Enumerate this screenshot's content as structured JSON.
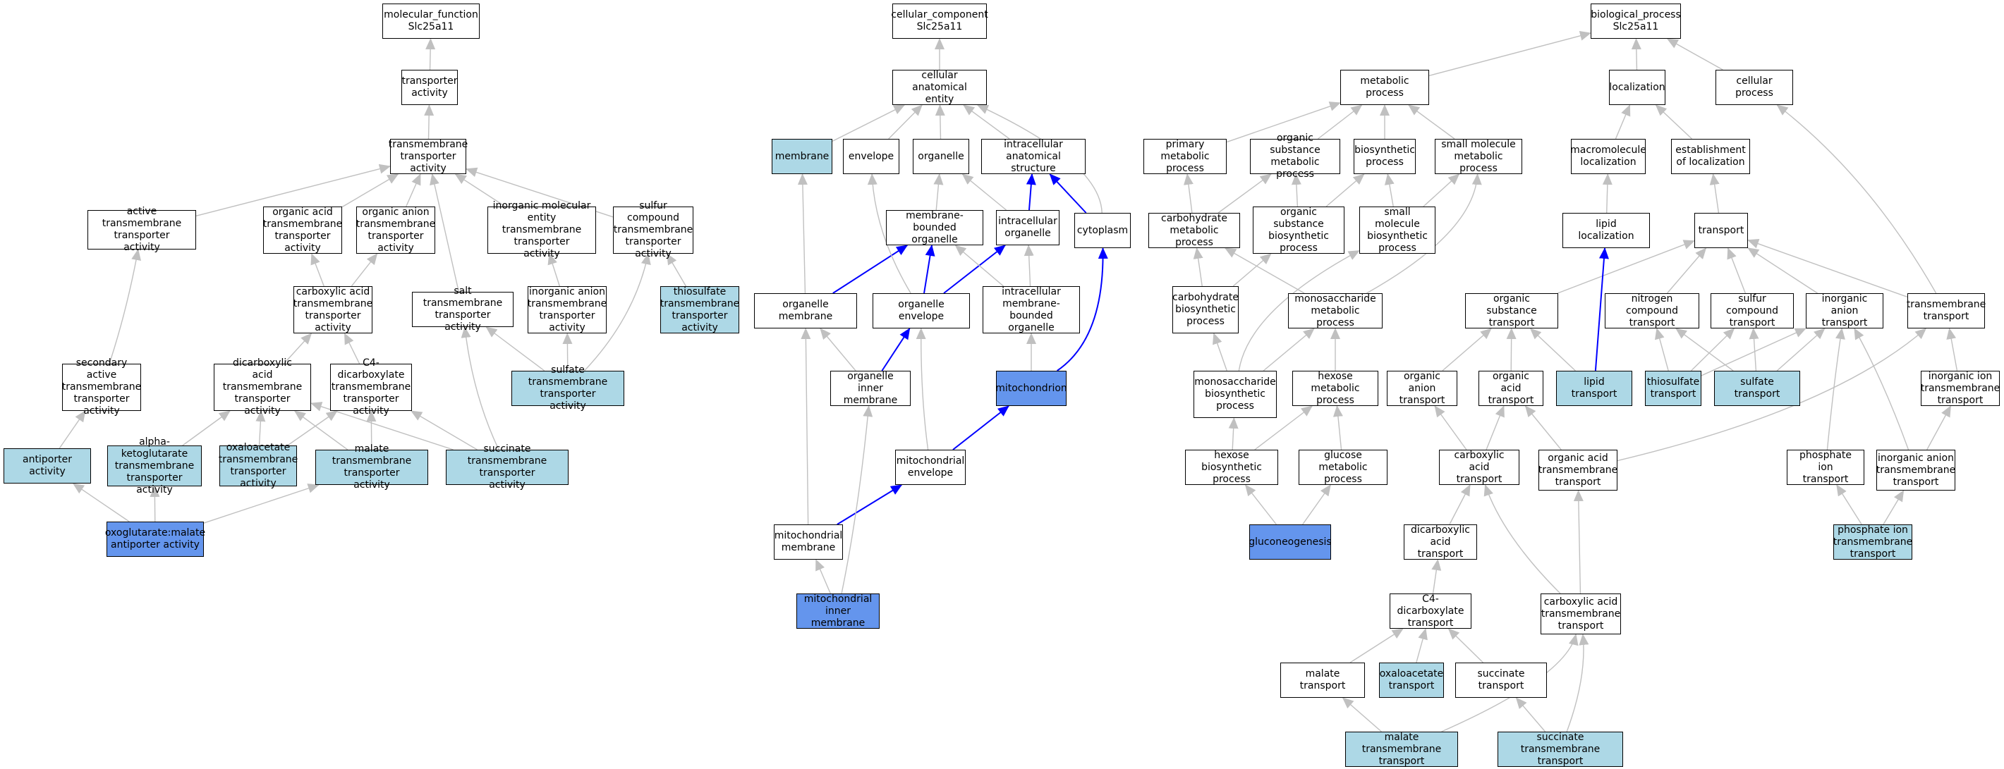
{
  "colors": {
    "plain": "#ffffff",
    "light": "#add8e6",
    "dark": "#6495ed",
    "edge_gray": "#c0c0c0",
    "edge_blue": "#0000ff"
  },
  "nodes": {
    "mf_root": {
      "text": "molecular_function\nSlc25a11",
      "fill": "plain"
    },
    "transporter_activity": {
      "text": "transporter\nactivity",
      "fill": "plain"
    },
    "tm_transporter_activity": {
      "text": "transmembrane\ntransporter\nactivity",
      "fill": "plain"
    },
    "active_tm": {
      "text": "active transmembrane\ntransporter\nactivity",
      "fill": "plain"
    },
    "organic_acid_tm": {
      "text": "organic acid\ntransmembrane\ntransporter\nactivity",
      "fill": "plain"
    },
    "organic_anion_tm": {
      "text": "organic anion\ntransmembrane\ntransporter\nactivity",
      "fill": "plain"
    },
    "inorganic_mol_tm": {
      "text": "inorganic molecular\nentity transmembrane\ntransporter\nactivity",
      "fill": "plain"
    },
    "sulfur_compound_tm": {
      "text": "sulfur compound\ntransmembrane\ntransporter\nactivity",
      "fill": "plain"
    },
    "thiosulfate_tm": {
      "text": "thiosulfate\ntransmembrane\ntransporter\nactivity",
      "fill": "light"
    },
    "carboxylic_acid_tm": {
      "text": "carboxylic acid\ntransmembrane\ntransporter\nactivity",
      "fill": "plain"
    },
    "salt_tm": {
      "text": "salt transmembrane\ntransporter\nactivity",
      "fill": "plain"
    },
    "inorganic_anion_tm_act": {
      "text": "inorganic anion\ntransmembrane\ntransporter\nactivity",
      "fill": "plain"
    },
    "secondary_active": {
      "text": "secondary active\ntransmembrane\ntransporter\nactivity",
      "fill": "plain"
    },
    "dicarboxylic_tm": {
      "text": "dicarboxylic\nacid transmembrane\ntransporter\nactivity",
      "fill": "plain"
    },
    "c4_dicarboxylate_tm": {
      "text": "C4-dicarboxylate\ntransmembrane\ntransporter\nactivity",
      "fill": "plain"
    },
    "sulfate_tm_act": {
      "text": "sulfate transmembrane\ntransporter\nactivity",
      "fill": "light"
    },
    "antiporter": {
      "text": "antiporter activity",
      "fill": "light"
    },
    "akg_tm": {
      "text": "alpha-ketoglutarate\ntransmembrane\ntransporter\nactivity",
      "fill": "light"
    },
    "oxaloacetate_tm_act": {
      "text": "oxaloacetate\ntransmembrane\ntransporter\nactivity",
      "fill": "light"
    },
    "malate_tm_act": {
      "text": "malate transmembrane\ntransporter\nactivity",
      "fill": "light"
    },
    "succinate_tm_act": {
      "text": "succinate transmembrane\ntransporter\nactivity",
      "fill": "light"
    },
    "oxoglutarate_malate": {
      "text": "oxoglutarate:malate\nantiporter activity",
      "fill": "dark"
    },
    "cc_root": {
      "text": "cellular_component\nSlc25a11",
      "fill": "plain"
    },
    "cellular_anatomical_entity": {
      "text": "cellular anatomical\nentity",
      "fill": "plain"
    },
    "membrane": {
      "text": "membrane",
      "fill": "light"
    },
    "envelope": {
      "text": "envelope",
      "fill": "plain"
    },
    "organelle": {
      "text": "organelle",
      "fill": "plain"
    },
    "intracellular_anat": {
      "text": "intracellular\nanatomical structure",
      "fill": "plain"
    },
    "membrane_bounded_org": {
      "text": "membrane-bounded\norganelle",
      "fill": "plain"
    },
    "intracellular_org": {
      "text": "intracellular\norganelle",
      "fill": "plain"
    },
    "cytoplasm": {
      "text": "cytoplasm",
      "fill": "plain"
    },
    "organelle_membrane": {
      "text": "organelle membrane",
      "fill": "plain"
    },
    "organelle_envelope": {
      "text": "organelle envelope",
      "fill": "plain"
    },
    "intracellular_mb_org": {
      "text": "intracellular\nmembrane-bounded\norganelle",
      "fill": "plain"
    },
    "organelle_inner_membrane": {
      "text": "organelle inner\nmembrane",
      "fill": "plain"
    },
    "mitochondrion": {
      "text": "mitochondrion",
      "fill": "dark"
    },
    "mito_envelope": {
      "text": "mitochondrial\nenvelope",
      "fill": "plain"
    },
    "mito_membrane": {
      "text": "mitochondrial\nmembrane",
      "fill": "plain"
    },
    "mito_inner_membrane": {
      "text": "mitochondrial\ninner membrane",
      "fill": "dark"
    },
    "bp_root": {
      "text": "biological_process\nSlc25a11",
      "fill": "plain"
    },
    "metabolic_process": {
      "text": "metabolic process",
      "fill": "plain"
    },
    "localization": {
      "text": "localization",
      "fill": "plain"
    },
    "cellular_process": {
      "text": "cellular process",
      "fill": "plain"
    },
    "primary_metabolic": {
      "text": "primary metabolic\nprocess",
      "fill": "plain"
    },
    "organic_substance_metabolic": {
      "text": "organic substance\nmetabolic process",
      "fill": "plain"
    },
    "biosynthetic_process": {
      "text": "biosynthetic\nprocess",
      "fill": "plain"
    },
    "small_molecule_metabolic": {
      "text": "small molecule\nmetabolic process",
      "fill": "plain"
    },
    "macromolecule_localization": {
      "text": "macromolecule\nlocalization",
      "fill": "plain"
    },
    "establishment_localization": {
      "text": "establishment\nof localization",
      "fill": "plain"
    },
    "carbohydrate_metabolic": {
      "text": "carbohydrate\nmetabolic process",
      "fill": "plain"
    },
    "organic_substance_biosynthetic": {
      "text": "organic substance\nbiosynthetic\nprocess",
      "fill": "plain"
    },
    "small_molecule_biosynthetic": {
      "text": "small molecule\nbiosynthetic\nprocess",
      "fill": "plain"
    },
    "lipid_localization": {
      "text": "lipid localization",
      "fill": "plain"
    },
    "transport": {
      "text": "transport",
      "fill": "plain"
    },
    "carbohydrate_biosynthetic": {
      "text": "carbohydrate\nbiosynthetic\nprocess",
      "fill": "plain"
    },
    "monosaccharide_metabolic": {
      "text": "monosaccharide\nmetabolic process",
      "fill": "plain"
    },
    "organic_substance_transport": {
      "text": "organic substance\ntransport",
      "fill": "plain"
    },
    "nitrogen_compound_transport": {
      "text": "nitrogen compound\ntransport",
      "fill": "plain"
    },
    "sulfur_compound_transport": {
      "text": "sulfur compound\ntransport",
      "fill": "plain"
    },
    "inorganic_anion_transport": {
      "text": "inorganic anion\ntransport",
      "fill": "plain"
    },
    "transmembrane_transport": {
      "text": "transmembrane\ntransport",
      "fill": "plain"
    },
    "monosaccharide_biosynthetic": {
      "text": "monosaccharide\nbiosynthetic\nprocess",
      "fill": "plain"
    },
    "hexose_metabolic": {
      "text": "hexose metabolic\nprocess",
      "fill": "plain"
    },
    "organic_anion_transport": {
      "text": "organic anion\ntransport",
      "fill": "plain"
    },
    "organic_acid_transport": {
      "text": "organic acid\ntransport",
      "fill": "plain"
    },
    "lipid_transport": {
      "text": "lipid transport",
      "fill": "light"
    },
    "thiosulfate_transport": {
      "text": "thiosulfate\ntransport",
      "fill": "light"
    },
    "sulfate_transport": {
      "text": "sulfate transport",
      "fill": "light"
    },
    "inorganic_ion_tm_transport": {
      "text": "inorganic ion\ntransmembrane\ntransport",
      "fill": "plain"
    },
    "hexose_biosynthetic": {
      "text": "hexose biosynthetic\nprocess",
      "fill": "plain"
    },
    "glucose_metabolic": {
      "text": "glucose metabolic\nprocess",
      "fill": "plain"
    },
    "carboxylic_acid_transport": {
      "text": "carboxylic acid\ntransport",
      "fill": "plain"
    },
    "organic_acid_tm_transport": {
      "text": "organic acid\ntransmembrane\ntransport",
      "fill": "plain"
    },
    "phosphate_ion_transport": {
      "text": "phosphate ion\ntransport",
      "fill": "plain"
    },
    "inorganic_anion_tm_transport": {
      "text": "inorganic anion\ntransmembrane\ntransport",
      "fill": "plain"
    },
    "gluconeogenesis": {
      "text": "gluconeogenesis",
      "fill": "dark"
    },
    "dicarboxylic_transport": {
      "text": "dicarboxylic\nacid transport",
      "fill": "plain"
    },
    "phosphate_ion_tm_transport": {
      "text": "phosphate ion\ntransmembrane\ntransport",
      "fill": "light"
    },
    "c4_dicarboxylate_transport": {
      "text": "C4-dicarboxylate\ntransport",
      "fill": "plain"
    },
    "carboxylic_acid_tm_transport": {
      "text": "carboxylic acid\ntransmembrane\ntransport",
      "fill": "plain"
    },
    "malate_transport": {
      "text": "malate transport",
      "fill": "plain"
    },
    "oxaloacetate_transport": {
      "text": "oxaloacetate\ntransport",
      "fill": "light"
    },
    "succinate_transport": {
      "text": "succinate transport",
      "fill": "plain"
    },
    "malate_tm_transport": {
      "text": "malate transmembrane\ntransport",
      "fill": "light"
    },
    "succinate_tm_transport": {
      "text": "succinate transmembrane\ntransport",
      "fill": "light"
    }
  },
  "edges": [
    [
      "transporter_activity",
      "mf_root",
      "gray"
    ],
    [
      "tm_transporter_activity",
      "transporter_activity",
      "gray"
    ],
    [
      "active_tm",
      "tm_transporter_activity",
      "gray"
    ],
    [
      "organic_acid_tm",
      "tm_transporter_activity",
      "gray"
    ],
    [
      "organic_anion_tm",
      "tm_transporter_activity",
      "gray"
    ],
    [
      "inorganic_mol_tm",
      "tm_transporter_activity",
      "gray"
    ],
    [
      "sulfur_compound_tm",
      "tm_transporter_activity",
      "gray"
    ],
    [
      "salt_tm",
      "tm_transporter_activity",
      "gray"
    ],
    [
      "thiosulfate_tm",
      "sulfur_compound_tm",
      "gray"
    ],
    [
      "carboxylic_acid_tm",
      "organic_acid_tm",
      "gray"
    ],
    [
      "carboxylic_acid_tm",
      "organic_anion_tm",
      "gray"
    ],
    [
      "inorganic_anion_tm_act",
      "inorganic_mol_tm",
      "gray"
    ],
    [
      "secondary_active",
      "active_tm",
      "gray"
    ],
    [
      "dicarboxylic_tm",
      "carboxylic_acid_tm",
      "gray"
    ],
    [
      "c4_dicarboxylate_tm",
      "carboxylic_acid_tm",
      "gray"
    ],
    [
      "sulfate_tm_act",
      "salt_tm",
      "gray"
    ],
    [
      "sulfate_tm_act",
      "inorganic_anion_tm_act",
      "gray"
    ],
    [
      "sulfate_tm_act",
      "sulfur_compound_tm",
      "gray"
    ],
    [
      "antiporter",
      "secondary_active",
      "gray"
    ],
    [
      "akg_tm",
      "dicarboxylic_tm",
      "gray"
    ],
    [
      "oxaloacetate_tm_act",
      "dicarboxylic_tm",
      "gray"
    ],
    [
      "oxaloacetate_tm_act",
      "c4_dicarboxylate_tm",
      "gray"
    ],
    [
      "malate_tm_act",
      "dicarboxylic_tm",
      "gray"
    ],
    [
      "malate_tm_act",
      "c4_dicarboxylate_tm",
      "gray"
    ],
    [
      "succinate_tm_act",
      "dicarboxylic_tm",
      "gray"
    ],
    [
      "succinate_tm_act",
      "c4_dicarboxylate_tm",
      "gray"
    ],
    [
      "succinate_tm_act",
      "salt_tm",
      "gray"
    ],
    [
      "oxoglutarate_malate",
      "antiporter",
      "gray"
    ],
    [
      "oxoglutarate_malate",
      "akg_tm",
      "gray"
    ],
    [
      "oxoglutarate_malate",
      "malate_tm_act",
      "gray"
    ],
    [
      "cellular_anatomical_entity",
      "cc_root",
      "gray"
    ],
    [
      "membrane",
      "cellular_anatomical_entity",
      "gray"
    ],
    [
      "envelope",
      "cellular_anatomical_entity",
      "gray"
    ],
    [
      "organelle",
      "cellular_anatomical_entity",
      "gray"
    ],
    [
      "intracellular_anat",
      "cellular_anatomical_entity",
      "gray"
    ],
    [
      "cytoplasm",
      "cellular_anatomical_entity",
      "gray"
    ],
    [
      "membrane_bounded_org",
      "organelle",
      "gray"
    ],
    [
      "intracellular_org",
      "organelle",
      "gray"
    ],
    [
      "intracellular_org",
      "intracellular_anat",
      "blue"
    ],
    [
      "cytoplasm",
      "intracellular_anat",
      "blue"
    ],
    [
      "organelle_membrane",
      "membrane",
      "gray"
    ],
    [
      "organelle_membrane",
      "membrane_bounded_org",
      "blue"
    ],
    [
      "organelle_envelope",
      "envelope",
      "gray"
    ],
    [
      "organelle_envelope",
      "membrane_bounded_org",
      "blue"
    ],
    [
      "organelle_envelope",
      "intracellular_org",
      "blue"
    ],
    [
      "intracellular_mb_org",
      "membrane_bounded_org",
      "gray"
    ],
    [
      "intracellular_mb_org",
      "intracellular_org",
      "gray"
    ],
    [
      "organelle_inner_membrane",
      "organelle_membrane",
      "gray"
    ],
    [
      "organelle_inner_membrane",
      "organelle_envelope",
      "blue"
    ],
    [
      "mitochondrion",
      "intracellular_mb_org",
      "gray"
    ],
    [
      "mitochondrion",
      "cytoplasm",
      "blue"
    ],
    [
      "mito_envelope",
      "organelle_envelope",
      "gray"
    ],
    [
      "mito_envelope",
      "mitochondrion",
      "blue"
    ],
    [
      "mito_membrane",
      "organelle_membrane",
      "gray"
    ],
    [
      "mito_membrane",
      "mito_envelope",
      "blue"
    ],
    [
      "mito_inner_membrane",
      "mito_membrane",
      "gray"
    ],
    [
      "mito_inner_membrane",
      "organelle_inner_membrane",
      "gray"
    ],
    [
      "metabolic_process",
      "bp_root",
      "gray"
    ],
    [
      "localization",
      "bp_root",
      "gray"
    ],
    [
      "cellular_process",
      "bp_root",
      "gray"
    ],
    [
      "primary_metabolic",
      "metabolic_process",
      "gray"
    ],
    [
      "organic_substance_metabolic",
      "metabolic_process",
      "gray"
    ],
    [
      "biosynthetic_process",
      "metabolic_process",
      "gray"
    ],
    [
      "small_molecule_metabolic",
      "metabolic_process",
      "gray"
    ],
    [
      "macromolecule_localization",
      "localization",
      "gray"
    ],
    [
      "establishment_localization",
      "localization",
      "gray"
    ],
    [
      "carbohydrate_metabolic",
      "primary_metabolic",
      "gray"
    ],
    [
      "carbohydrate_metabolic",
      "organic_substance_metabolic",
      "gray"
    ],
    [
      "organic_substance_biosynthetic",
      "organic_substance_metabolic",
      "gray"
    ],
    [
      "organic_substance_biosynthetic",
      "biosynthetic_process",
      "gray"
    ],
    [
      "small_molecule_biosynthetic",
      "biosynthetic_process",
      "gray"
    ],
    [
      "small_molecule_biosynthetic",
      "small_molecule_metabolic",
      "gray"
    ],
    [
      "lipid_localization",
      "macromolecule_localization",
      "gray"
    ],
    [
      "transport",
      "establishment_localization",
      "gray"
    ],
    [
      "carbohydrate_biosynthetic",
      "carbohydrate_metabolic",
      "gray"
    ],
    [
      "carbohydrate_biosynthetic",
      "organic_substance_biosynthetic",
      "gray"
    ],
    [
      "monosaccharide_metabolic",
      "carbohydrate_metabolic",
      "gray"
    ],
    [
      "monosaccharide_metabolic",
      "small_molecule_metabolic",
      "gray"
    ],
    [
      "organic_substance_transport",
      "transport",
      "gray"
    ],
    [
      "nitrogen_compound_transport",
      "transport",
      "gray"
    ],
    [
      "sulfur_compound_transport",
      "transport",
      "gray"
    ],
    [
      "inorganic_anion_transport",
      "transport",
      "gray"
    ],
    [
      "transmembrane_transport",
      "transport",
      "gray"
    ],
    [
      "transmembrane_transport",
      "cellular_process",
      "gray"
    ],
    [
      "monosaccharide_biosynthetic",
      "carbohydrate_biosynthetic",
      "gray"
    ],
    [
      "monosaccharide_biosynthetic",
      "monosaccharide_metabolic",
      "gray"
    ],
    [
      "monosaccharide_biosynthetic",
      "small_molecule_biosynthetic",
      "gray"
    ],
    [
      "hexose_metabolic",
      "monosaccharide_metabolic",
      "gray"
    ],
    [
      "organic_anion_transport",
      "organic_substance_transport",
      "gray"
    ],
    [
      "organic_acid_transport",
      "organic_substance_transport",
      "gray"
    ],
    [
      "lipid_transport",
      "organic_substance_transport",
      "gray"
    ],
    [
      "lipid_transport",
      "lipid_localization",
      "blue"
    ],
    [
      "thiosulfate_transport",
      "nitrogen_compound_transport",
      "gray"
    ],
    [
      "thiosulfate_transport",
      "sulfur_compound_transport",
      "gray"
    ],
    [
      "thiosulfate_transport",
      "inorganic_anion_transport",
      "gray"
    ],
    [
      "sulfate_transport",
      "sulfur_compound_transport",
      "gray"
    ],
    [
      "sulfate_transport",
      "inorganic_anion_transport",
      "gray"
    ],
    [
      "sulfate_transport",
      "nitrogen_compound_transport",
      "gray"
    ],
    [
      "inorganic_ion_tm_transport",
      "transmembrane_transport",
      "gray"
    ],
    [
      "hexose_biosynthetic",
      "monosaccharide_biosynthetic",
      "gray"
    ],
    [
      "hexose_biosynthetic",
      "hexose_metabolic",
      "gray"
    ],
    [
      "glucose_metabolic",
      "hexose_metabolic",
      "gray"
    ],
    [
      "carboxylic_acid_transport",
      "organic_anion_transport",
      "gray"
    ],
    [
      "carboxylic_acid_transport",
      "organic_acid_transport",
      "gray"
    ],
    [
      "organic_acid_tm_transport",
      "organic_acid_transport",
      "gray"
    ],
    [
      "organic_acid_tm_transport",
      "transmembrane_transport",
      "gray"
    ],
    [
      "phosphate_ion_transport",
      "inorganic_anion_transport",
      "gray"
    ],
    [
      "inorganic_anion_tm_transport",
      "inorganic_anion_transport",
      "gray"
    ],
    [
      "inorganic_anion_tm_transport",
      "inorganic_ion_tm_transport",
      "gray"
    ],
    [
      "gluconeogenesis",
      "hexose_biosynthetic",
      "gray"
    ],
    [
      "gluconeogenesis",
      "glucose_metabolic",
      "gray"
    ],
    [
      "dicarboxylic_transport",
      "carboxylic_acid_transport",
      "gray"
    ],
    [
      "phosphate_ion_tm_transport",
      "phosphate_ion_transport",
      "gray"
    ],
    [
      "phosphate_ion_tm_transport",
      "inorganic_anion_tm_transport",
      "gray"
    ],
    [
      "c4_dicarboxylate_transport",
      "dicarboxylic_transport",
      "gray"
    ],
    [
      "carboxylic_acid_tm_transport",
      "carboxylic_acid_transport",
      "gray"
    ],
    [
      "carboxylic_acid_tm_transport",
      "organic_acid_tm_transport",
      "gray"
    ],
    [
      "malate_transport",
      "c4_dicarboxylate_transport",
      "gray"
    ],
    [
      "oxaloacetate_transport",
      "c4_dicarboxylate_transport",
      "gray"
    ],
    [
      "succinate_transport",
      "c4_dicarboxylate_transport",
      "gray"
    ],
    [
      "malate_tm_transport",
      "malate_transport",
      "gray"
    ],
    [
      "malate_tm_transport",
      "carboxylic_acid_tm_transport",
      "gray"
    ],
    [
      "succinate_tm_transport",
      "succinate_transport",
      "gray"
    ],
    [
      "succinate_tm_transport",
      "carboxylic_acid_tm_transport",
      "gray"
    ]
  ]
}
